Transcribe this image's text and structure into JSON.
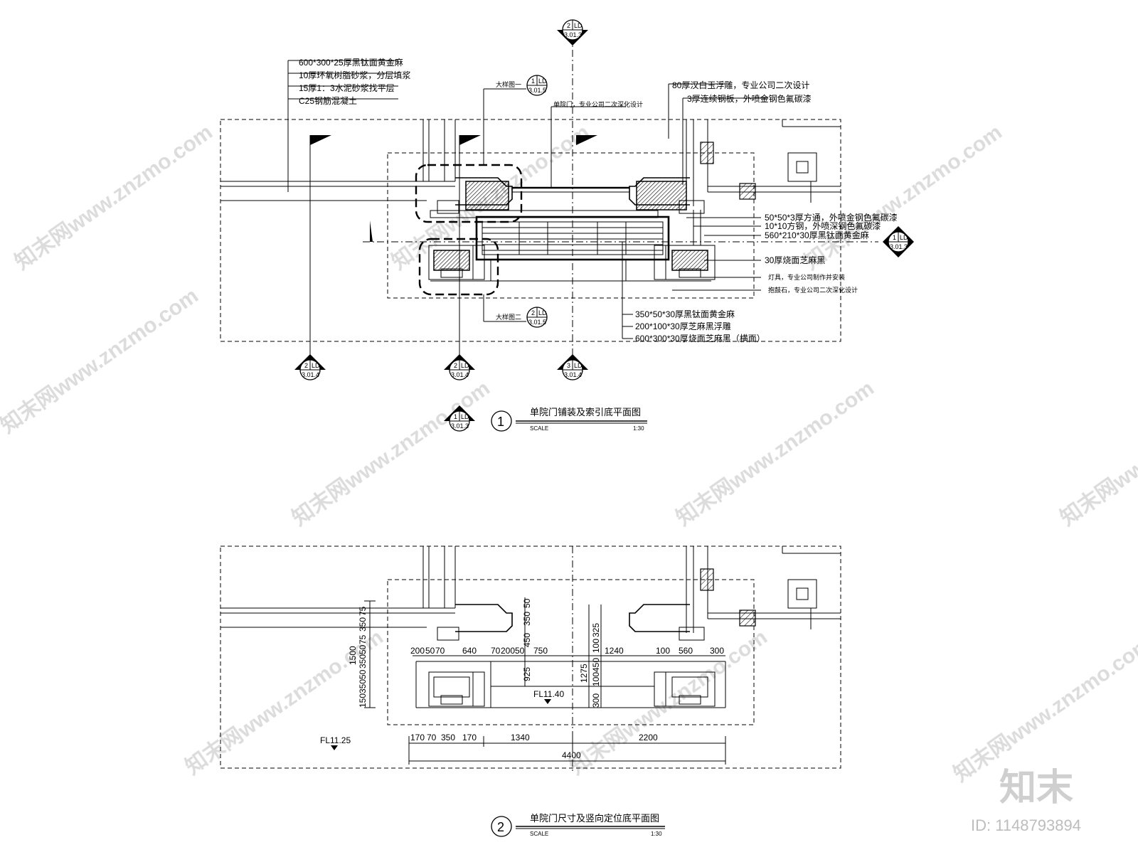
{
  "drawing_1": {
    "number": "1",
    "title": "单院门铺装及索引底平面图",
    "scale_label": "SCALE",
    "scale_value": "1:30",
    "notes_left": [
      "600*300*25厚黑钛面黄金麻",
      "10厚环氧树脂砂浆，分层填浆",
      "15厚1：3水泥砂浆找平层",
      "C25钢筋混凝土"
    ],
    "notes_right_top": [
      "80厚汉白玉浮雕，专业公司二次设计",
      "3厚连续钢板，外喷金钢色氟碳漆"
    ],
    "note_gate": "单院门，专业公司二次深化设计",
    "notes_right": [
      "50*50*3厚方通，外喷金钢色氟碳漆",
      "10*10方钢，外喷深钢色氟碳漆",
      "560*210*30厚黑钛面黄金麻",
      "30厚烧面芝麻黑",
      "灯具，专业公司制作并安装",
      "抱鼓石，专业公司二次深化设计"
    ],
    "notes_bottom": [
      "350*50*30厚黑钛面黄金麻",
      "200*100*30厚芝麻黑浮雕",
      "600*300*30厚烧面芝麻黑（横面）"
    ],
    "callout_detail_1": "大样图一",
    "callout_detail_2": "大样图二",
    "section_marks": [
      {
        "num": "2",
        "tag": "LD",
        "sheet": "3.01.3"
      },
      {
        "num": "1",
        "tag": "LD",
        "sheet": "3.01.5"
      },
      {
        "num": "1",
        "tag": "LD",
        "sheet": "3.01.3"
      },
      {
        "num": "2",
        "tag": "LD",
        "sheet": "3.01.5"
      },
      {
        "num": "2",
        "tag": "LD",
        "sheet": "3.01.4"
      },
      {
        "num": "2",
        "tag": "LD",
        "sheet": "3.01.4"
      },
      {
        "num": "3",
        "tag": "LD",
        "sheet": "3.01.4"
      },
      {
        "num": "1",
        "tag": "LD",
        "sheet": "3.01.3"
      }
    ]
  },
  "drawing_2": {
    "number": "2",
    "title": "单院门尺寸及竖向定位底平面图",
    "scale_label": "SCALE",
    "scale_value": "1:30",
    "level_inner": "FL11.40",
    "level_outer": "FL11.25",
    "dims_horizontal_top": [
      "200",
      "50",
      "70",
      "640",
      "70",
      "200",
      "50",
      "750",
      "1240",
      "100",
      "560",
      "300"
    ],
    "dims_horizontal_bottom": [
      "170",
      "70",
      "350",
      "170",
      "1340",
      "2200"
    ],
    "dim_total": "4400",
    "dims_vertical_left": [
      "1500",
      "150",
      "350",
      "50",
      "350",
      "50",
      "75",
      "350",
      "75"
    ],
    "dims_vertical_mid_a": [
      "925",
      "450",
      "350",
      "50"
    ],
    "dims_vertical_mid_b": [
      "1275",
      "300",
      "100",
      "450",
      "100",
      "325"
    ]
  },
  "watermark": {
    "text": "知末网www.znzmo.com",
    "brand": "知末",
    "id_text": "ID: 1148793894"
  }
}
